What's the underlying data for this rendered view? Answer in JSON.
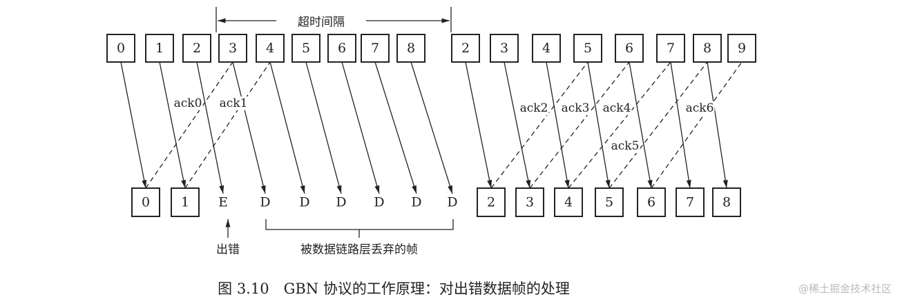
{
  "timeout_label": "超时间隔",
  "sender_frames": [
    "0",
    "1",
    "2",
    "3",
    "4",
    "5",
    "6",
    "7",
    "8",
    "2",
    "3",
    "4",
    "5",
    "6",
    "7",
    "8",
    "9"
  ],
  "receiver_frames": [
    "0",
    "1",
    "E",
    "D",
    "D",
    "D",
    "D",
    "D",
    "D",
    "2",
    "3",
    "4",
    "5",
    "6",
    "7",
    "8"
  ],
  "acks": [
    "ack0",
    "ack1",
    "ack2",
    "ack3",
    "ack4",
    "ack5",
    "ack6"
  ],
  "error_label": "出错",
  "discard_label": "被数据链路层丢弃的帧",
  "caption": "图 3.10　GBN 协议的工作原理：对出错数据帧的处理",
  "watermark": "@稀土掘金技术社区"
}
